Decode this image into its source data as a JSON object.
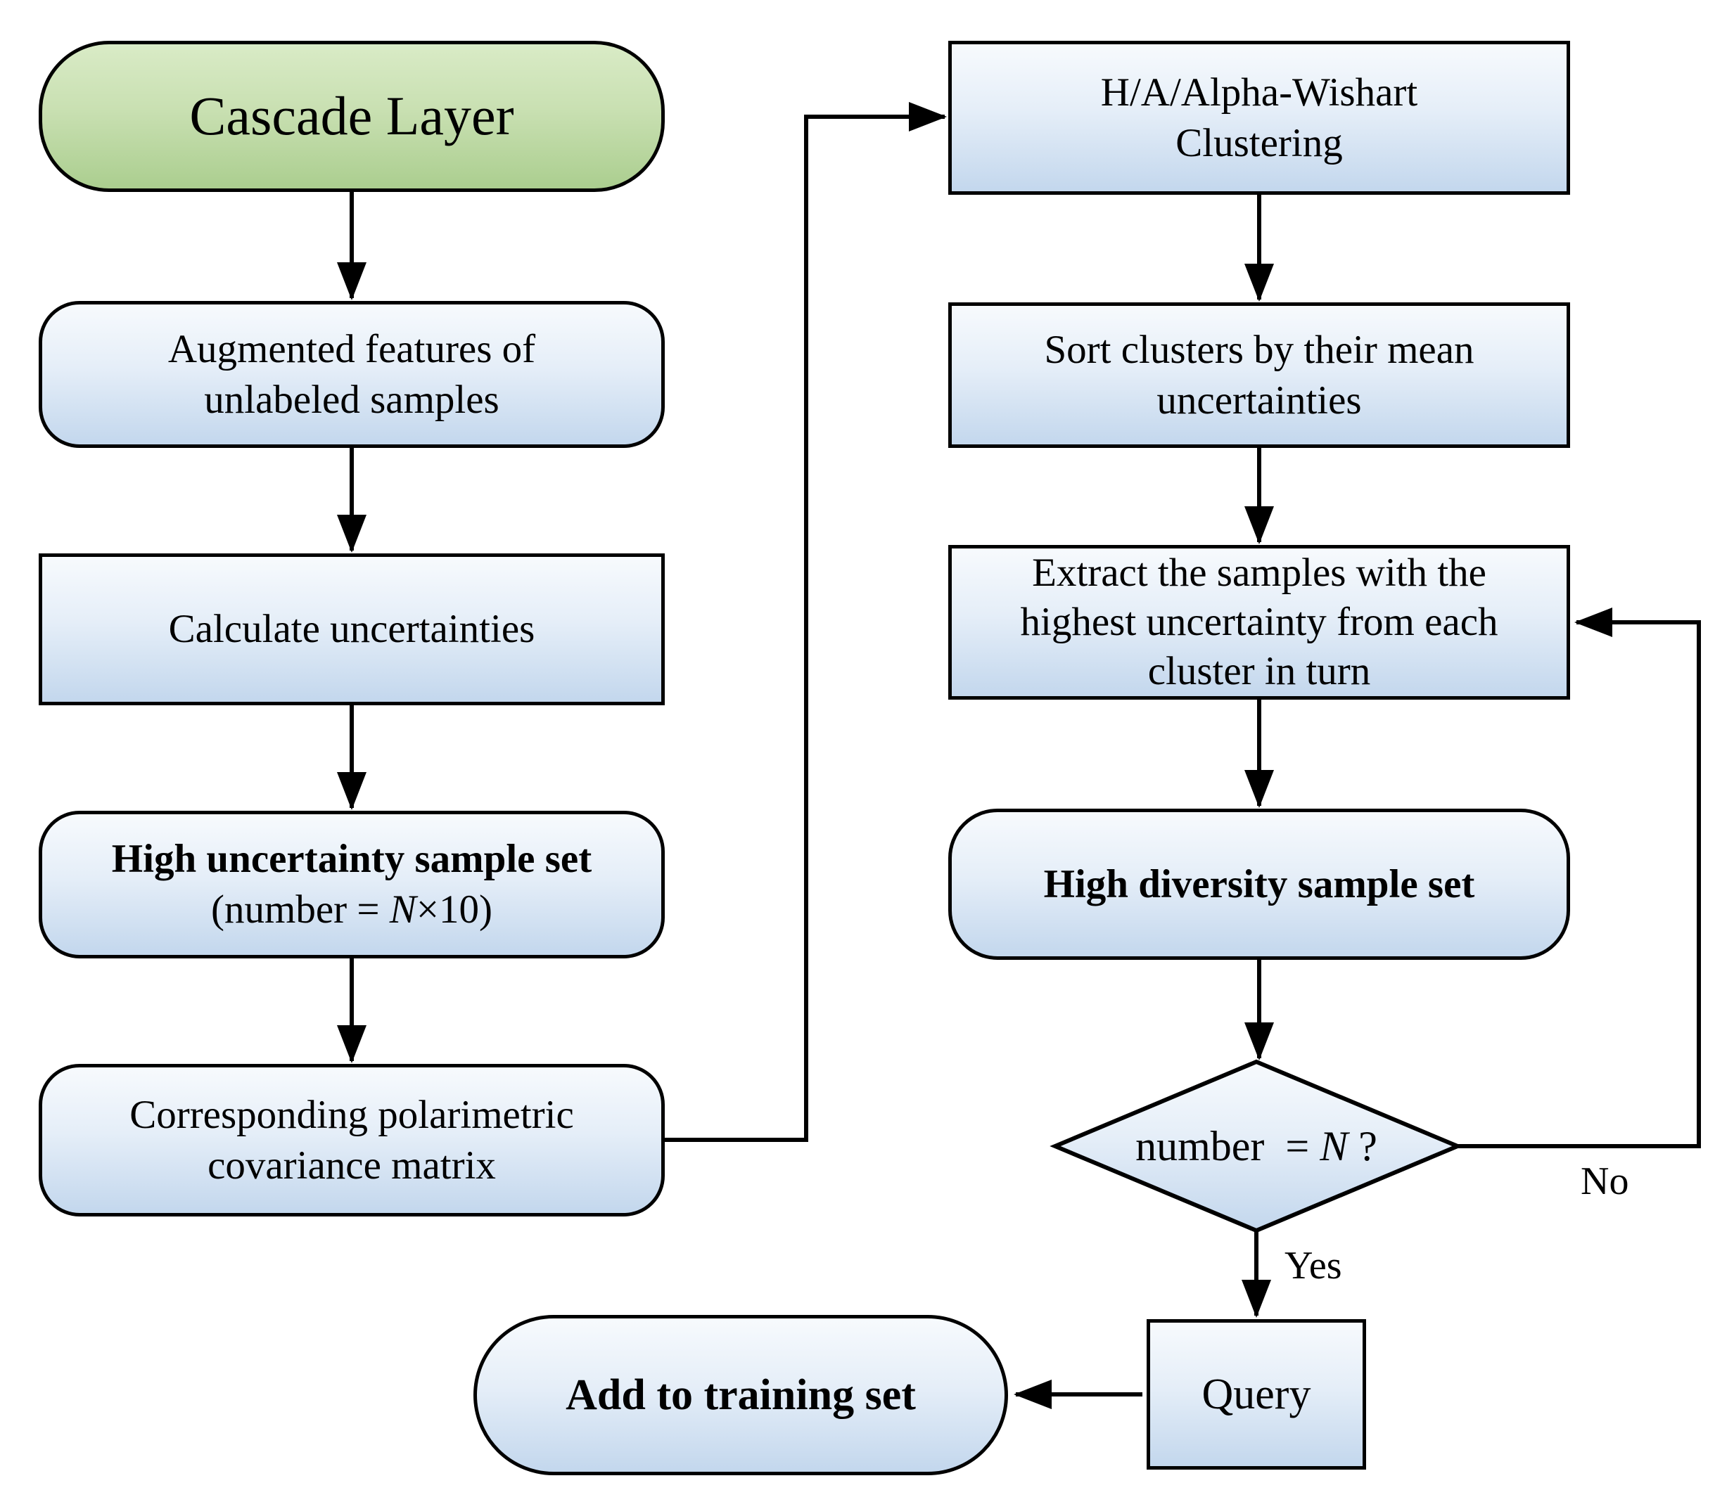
{
  "labels": {
    "yes": "Yes",
    "no": "No"
  },
  "colors": {
    "background": "#ffffff",
    "outline": "#000000",
    "green_top": "#d9ebc6",
    "green_mid": "#c9e0b2",
    "green_bottom": "#abce8f",
    "blue_top": "#f7fafd",
    "blue_mid": "#e5eef8",
    "blue_bottom": "#c3d7ed"
  },
  "nodes": [
    {
      "id": "cascade",
      "shape": "stadium",
      "fill": "green",
      "lines": [
        [
          {
            "t": "Cascade Layer"
          }
        ]
      ]
    },
    {
      "id": "augmented",
      "shape": "rounded",
      "fill": "blue",
      "lines": [
        [
          {
            "t": "Augmented features of"
          }
        ],
        [
          {
            "t": "unlabeled samples"
          }
        ]
      ]
    },
    {
      "id": "calculate",
      "shape": "rect",
      "fill": "blue",
      "lines": [
        [
          {
            "t": "Calculate uncertainties"
          }
        ]
      ]
    },
    {
      "id": "highunc",
      "shape": "rounded",
      "fill": "blue",
      "lines": [
        [
          {
            "t": "High uncertainty sample set",
            "b": true
          }
        ],
        [
          {
            "t": "(number = "
          },
          {
            "t": "N",
            "i": true
          },
          {
            "t": "×10)"
          }
        ]
      ]
    },
    {
      "id": "corresponding",
      "shape": "rounded",
      "fill": "blue",
      "lines": [
        [
          {
            "t": "Corresponding polarimetric"
          }
        ],
        [
          {
            "t": "covariance matrix"
          }
        ]
      ]
    },
    {
      "id": "hawishart",
      "shape": "rect",
      "fill": "blue",
      "lines": [
        [
          {
            "t": "H/A/Alpha-Wishart"
          }
        ],
        [
          {
            "t": "Clustering"
          }
        ]
      ]
    },
    {
      "id": "sort",
      "shape": "rect",
      "fill": "blue",
      "lines": [
        [
          {
            "t": "Sort clusters by their mean"
          }
        ],
        [
          {
            "t": "uncertainties"
          }
        ]
      ]
    },
    {
      "id": "extract",
      "shape": "rect",
      "fill": "blue",
      "lines": [
        [
          {
            "t": "Extract the samples with the"
          }
        ],
        [
          {
            "t": "highest uncertainty from each"
          }
        ],
        [
          {
            "t": "cluster in turn"
          }
        ]
      ]
    },
    {
      "id": "highdiv",
      "shape": "rounded",
      "fill": "blue",
      "lines": [
        [
          {
            "t": "High diversity sample set",
            "b": true
          }
        ]
      ]
    },
    {
      "id": "decision",
      "shape": "diamond",
      "fill": "blue",
      "lines": [
        [
          {
            "t": "number  = "
          },
          {
            "t": "N",
            "i": true
          },
          {
            "t": " ?"
          }
        ]
      ]
    },
    {
      "id": "query",
      "shape": "rect",
      "fill": "blue",
      "lines": [
        [
          {
            "t": "Query"
          }
        ]
      ]
    },
    {
      "id": "add",
      "shape": "stadium",
      "fill": "blue",
      "lines": [
        [
          {
            "t": "Add to training set",
            "b": true
          }
        ]
      ]
    }
  ]
}
